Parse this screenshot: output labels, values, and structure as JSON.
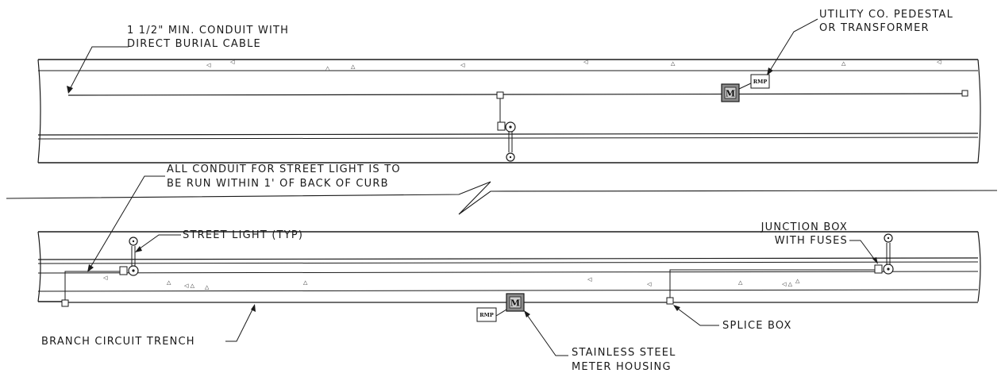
{
  "labels": {
    "conduit_line1": "1 1/2\" MIN. CONDUIT WITH",
    "conduit_line2": "DIRECT BURIAL CABLE",
    "utility_line1": "UTILITY CO. PEDESTAL",
    "utility_line2": "OR TRANSFORMER",
    "curb_line1": "ALL CONDUIT FOR STREET LIGHT IS TO",
    "curb_line2": "BE RUN WITHIN 1' OF BACK OF CURB",
    "street_light": "STREET LIGHT (TYP)",
    "junction_line1": "JUNCTION BOX",
    "junction_line2": "WITH FUSES",
    "branch_trench": "BRANCH CIRCUIT TRENCH",
    "splice_box": "SPLICE BOX",
    "meter_line1": "STAINLESS STEEL",
    "meter_line2": "METER HOUSING"
  },
  "symbols": {
    "pedestal_tag": "RMP",
    "meter_tag": "M"
  },
  "colors": {
    "ink": "#1a1a1a",
    "meter_fill": "#8a8a8a"
  }
}
